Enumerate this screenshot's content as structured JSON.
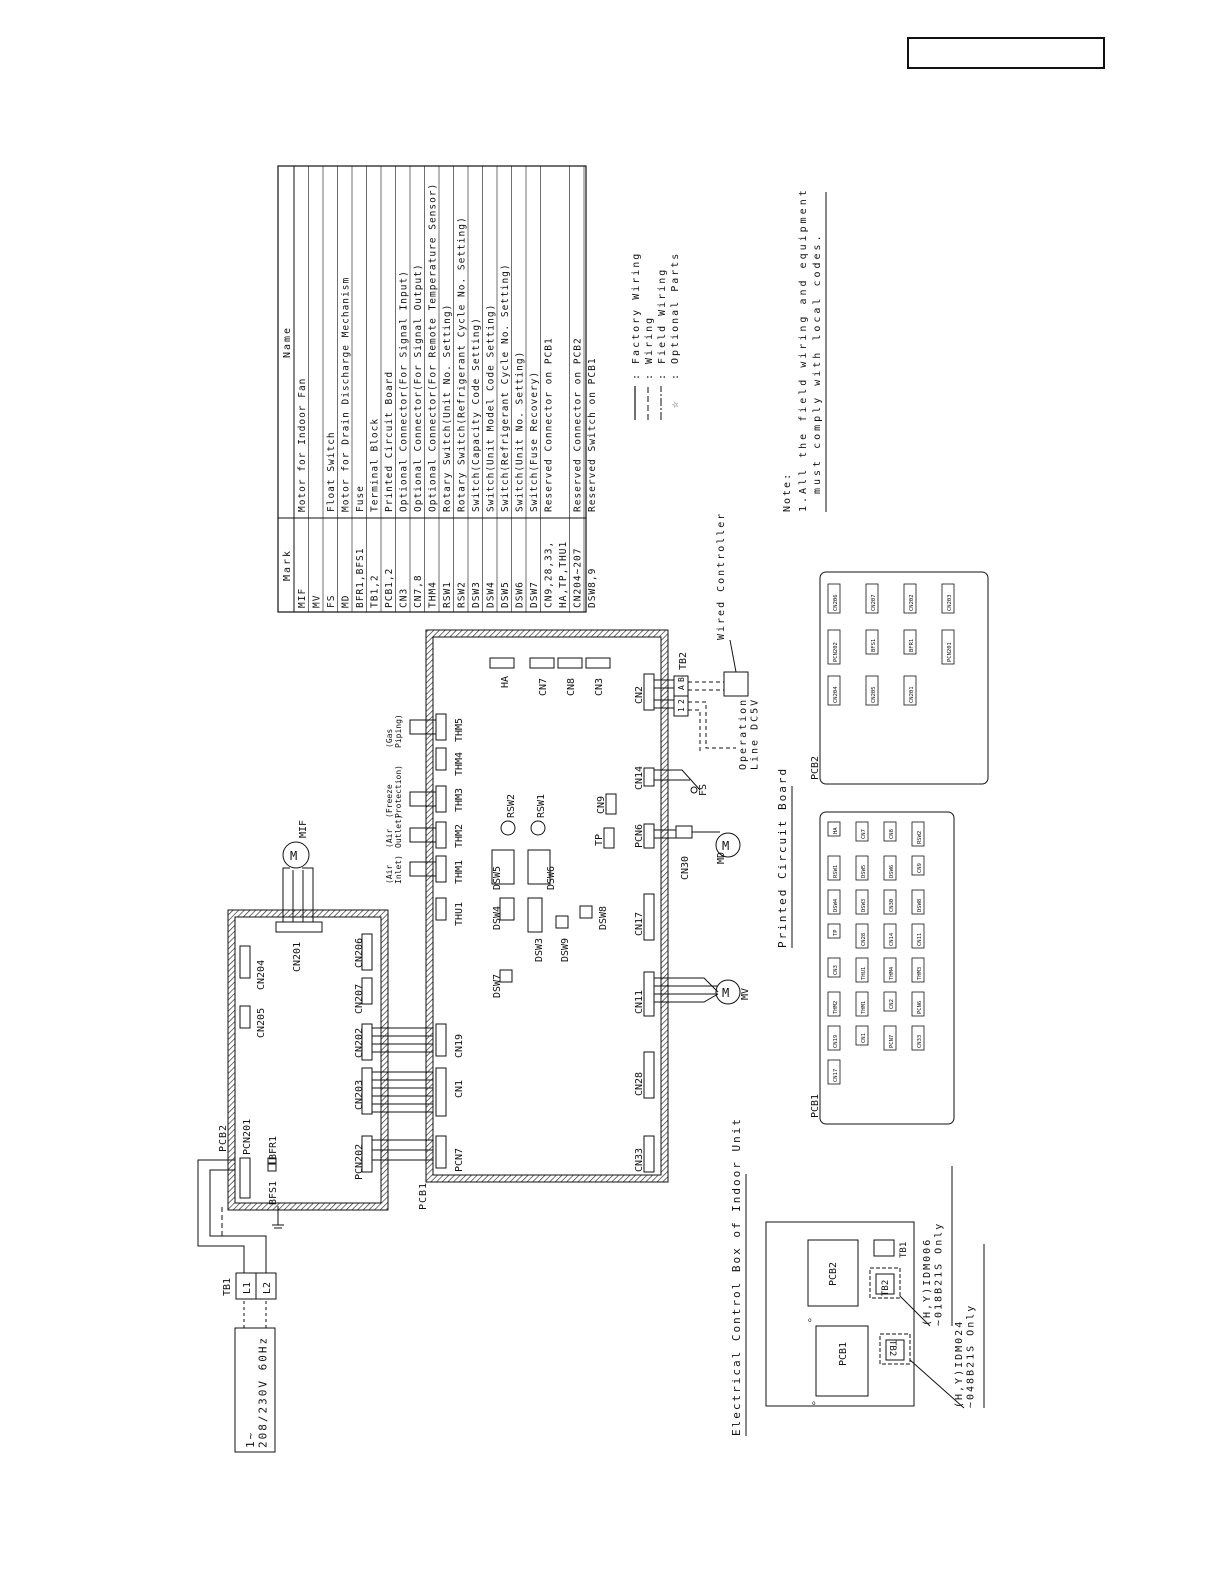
{
  "header_label": "",
  "table": {
    "header_mark": "Mark",
    "header_name": "Name",
    "rows": [
      {
        "mark": "MIF",
        "name": "Motor for Indoor Fan"
      },
      {
        "mark": "MV",
        "name": ""
      },
      {
        "mark": "FS",
        "name": "Float Switch"
      },
      {
        "mark": "MD",
        "name": "Motor for Drain Discharge Mechanism"
      },
      {
        "mark": "BFR1,BFS1",
        "name": "Fuse"
      },
      {
        "mark": "TB1,2",
        "name": "Terminal Block"
      },
      {
        "mark": "PCB1,2",
        "name": "Printed Circuit Board"
      },
      {
        "mark": "CN3",
        "name": "Optional Connector(For Signal Input)"
      },
      {
        "mark": "CN7,8",
        "name": "Optional Connector(For Signal Output)"
      },
      {
        "mark": "THM4",
        "name": "Optional Connector(For Remote Temperature Sensor)"
      },
      {
        "mark": "RSW1",
        "name": "Rotary Switch(Unit No. Setting)"
      },
      {
        "mark": "RSW2",
        "name": "Rotary Switch(Refrigerant Cycle No. Setting)"
      },
      {
        "mark": "DSW3",
        "name": "Switch(Capacity Code Setting)"
      },
      {
        "mark": "DSW4",
        "name": "Switch(Unit Model Code Setting)"
      },
      {
        "mark": "DSW5",
        "name": "Switch(Refrigerant Cycle No. Setting)"
      },
      {
        "mark": "DSW6",
        "name": "Switch(Unit No. Setting)"
      },
      {
        "mark": "DSW7",
        "name": "Switch(Fuse Recovery)"
      },
      {
        "mark": "CN9,28,33,\nHA,TP,THU1",
        "name": "Reserved Connector on PCB1"
      },
      {
        "mark": "CN204~207",
        "name": "Reserved Connector on PCB2"
      },
      {
        "mark": "DSW8,9",
        "name": "Reserved Switch on PCB1"
      }
    ]
  },
  "legend": {
    "factory": ": Factory Wiring",
    "wiring": ": Wiring",
    "field": ": Field Wiring",
    "optional": ": Optional Parts"
  },
  "note": {
    "title": "Note:",
    "line1": "1.All the field wiring and equipment",
    "line2": "must comply with local codes."
  },
  "wiring": {
    "power": "1~\n208/230V 60Hz",
    "tb1": "TB1",
    "l1": "L1",
    "l2": "L2",
    "pcb2": "PCB2",
    "pcb1": "PCB1",
    "pcn201": "PCN201",
    "bfr1": "BFR1",
    "bfs1": "BFS1",
    "pcn202": "PCN202",
    "cn203": "CN203",
    "cn202": "CN202",
    "cn207": "CN207",
    "cn206": "CN206",
    "cn205": "CN205",
    "cn204": "CN204",
    "cn201": "CN201",
    "mif": "MIF",
    "pcn7": "PCN7",
    "cn1": "CN1",
    "cn19": "CN19",
    "thu1": "THU1",
    "thm1": "THM1",
    "thm2": "THM2",
    "thm3": "THM3",
    "thm4": "THM4",
    "thm5": "THM5",
    "air_inlet": "(Air\nInlet)",
    "air_outlet": "(Air\nOutlet)",
    "freeze": "(Freeze\nProtection)",
    "gas": "(Gas\nPiping)",
    "dsw4": "DSW4",
    "dsw5": "DSW5",
    "dsw6": "DSW6",
    "dsw3": "DSW3",
    "dsw9": "DSW9",
    "dsw8": "DSW8",
    "dsw7": "DSW7",
    "rsw1": "RSW1",
    "rsw2": "RSW2",
    "ha": "HA",
    "cn7": "CN7",
    "cn8": "CN8",
    "cn3": "CN3",
    "cn2": "CN2",
    "tb2": "TB2",
    "tp": "TP",
    "cn9": "CN9",
    "pcn6": "PCN6",
    "cn14": "CN14",
    "cn30": "CN30",
    "md": "MD",
    "fs": "FS",
    "cn17": "CN17",
    "cn11": "CN11",
    "mv": "MV",
    "cn28": "CN28",
    "cn33": "CN33",
    "wired_controller": "Wired Controller",
    "operation_line": "Operation\nLine DC5V",
    "tb2_a": "A",
    "tb2_b": "B",
    "tb2_1": "1",
    "tb2_2": "2"
  },
  "captions": {
    "ecb": "Electrical Control Box of Indoor Unit",
    "pcb_heading": "Printed Circuit Board",
    "idm006": "(H,Y)IDM006\n~018B21S Only",
    "idm024": "(H,Y)IDM024\n~048B21S Only"
  },
  "ecb": {
    "pcb1": "PCB1",
    "pcb2": "PCB2",
    "tb1": "TB1",
    "tb2a": "TB2",
    "tb2b": "TB2"
  },
  "pcb1_layout": {
    "label": "PCB1",
    "parts": [
      "HA",
      "CN7",
      "CN8",
      "RSW2",
      "RSW1",
      "DSW5",
      "DSW6",
      "CN9",
      "DSW4",
      "DSW3",
      "CN30",
      "DSW8",
      "TP",
      "CN28",
      "CN14",
      "CN11",
      "CN3",
      "THU1",
      "THM4",
      "THM3",
      "THM2",
      "THM1",
      "CN2",
      "PCN6",
      "CN19",
      "CN1",
      "PCN7",
      "CN33",
      "CN17"
    ]
  },
  "pcb2_layout": {
    "label": "PCB2",
    "parts": [
      "CN206",
      "CN207",
      "CN202",
      "CN203",
      "PCN202",
      "BFS1",
      "BFR1",
      "PCN201",
      "CN204",
      "CN205",
      "CN201"
    ]
  }
}
